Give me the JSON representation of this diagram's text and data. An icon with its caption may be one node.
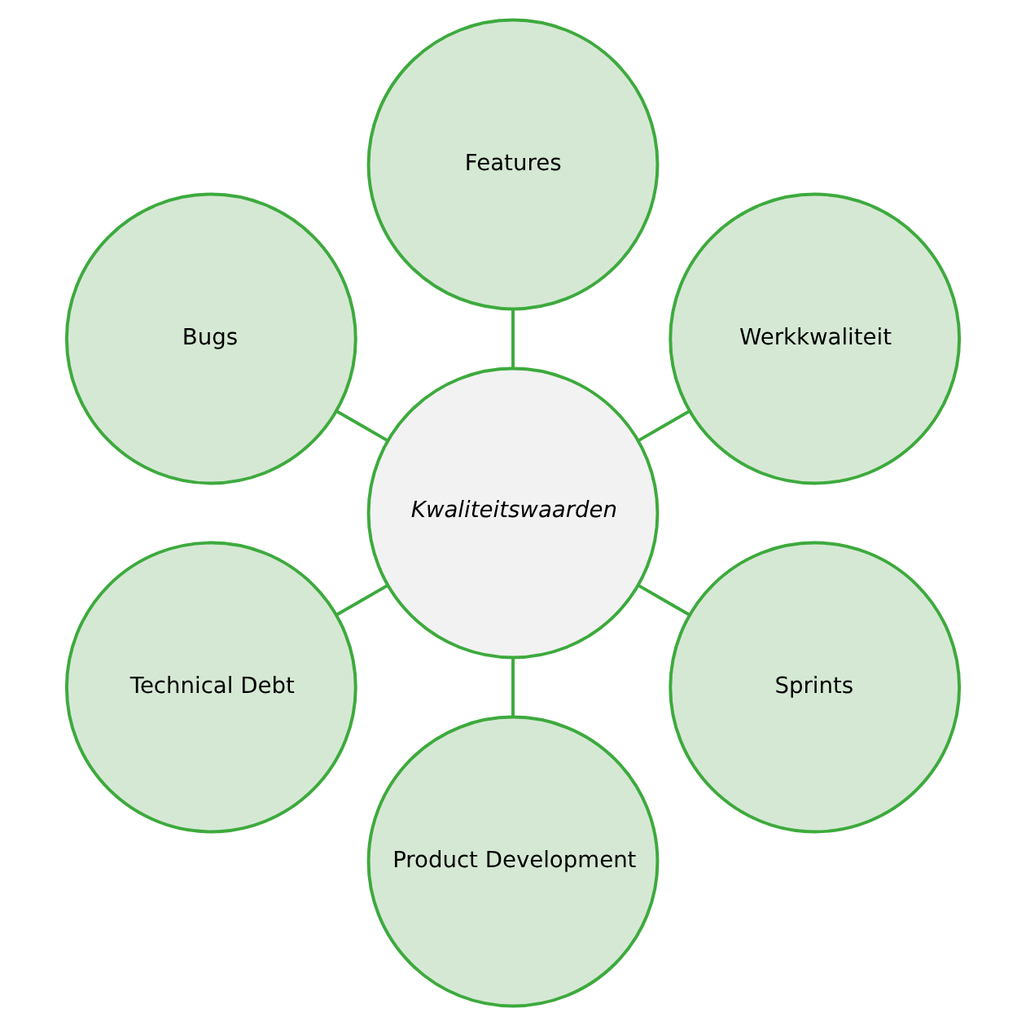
{
  "diagram": {
    "nodes": [
      {
        "text": [
          "Werkkwaliteit"
        ]
      },
      {
        "text": [
          "Features"
        ]
      },
      {
        "text": [
          "Bugs"
        ]
      },
      {
        "text": [
          "Kwaliteitswaarden"
        ]
      },
      {
        "text": [
          "Technical Debt"
        ]
      },
      {
        "text": [
          "Product Development"
        ]
      },
      {
        "text": [
          "Sprints"
        ]
      }
    ],
    "edges": [
      {
        "from": 3,
        "to": 0,
        "arrow": "none"
      },
      {
        "from": 3,
        "to": 2,
        "arrow": "none"
      },
      {
        "from": 3,
        "to": 4,
        "arrow": "none"
      },
      {
        "from": 3,
        "to": 6,
        "arrow": "none"
      },
      {
        "from": 3,
        "to": 5,
        "arrow": "none"
      },
      {
        "from": 3,
        "to": 1,
        "arrow": "none"
      }
    ]
  }
}
